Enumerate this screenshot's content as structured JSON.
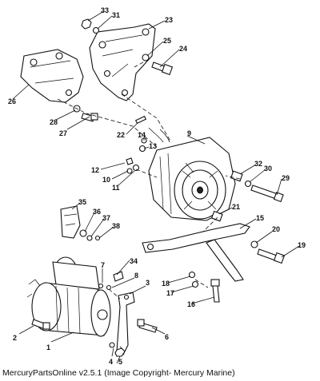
{
  "caption": "MercuryPartsOnline v2.5.1 (Image Copyright- Mercury Marine)",
  "callouts": [
    "1",
    "2",
    "3",
    "4",
    "5",
    "6",
    "7",
    "8",
    "9",
    "10",
    "11",
    "12",
    "13",
    "14",
    "15",
    "16",
    "17",
    "18",
    "19",
    "20",
    "21",
    "22",
    "23",
    "24",
    "25",
    "26",
    "27",
    "28",
    "29",
    "30",
    "31",
    "32",
    "33",
    "34",
    "35",
    "36",
    "37",
    "38"
  ]
}
